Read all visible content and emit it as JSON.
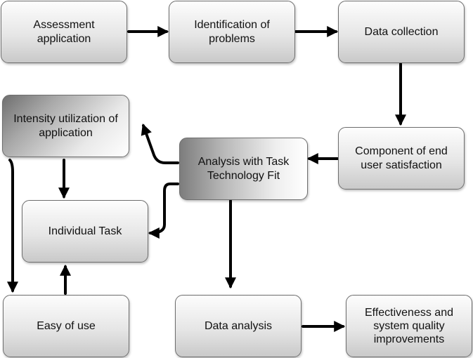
{
  "diagram": {
    "nodes": {
      "assessment": "Assessment\napplication",
      "identification": "Identification of\nproblems",
      "data_collection": "Data collection",
      "component": "Component of end\nuser satisfaction",
      "analysis": "Analysis with Task\nTechnology Fit",
      "intensity": "Intensity utilization of\napplication",
      "individual_task": "Individual Task",
      "easy_of_use": "Easy of use",
      "data_analysis": "Data analysis",
      "effectiveness": "Effectiveness and\nsystem quality\nimprovements"
    },
    "colors": {
      "arrow": "#000000",
      "border": "#6e6e6e"
    }
  }
}
